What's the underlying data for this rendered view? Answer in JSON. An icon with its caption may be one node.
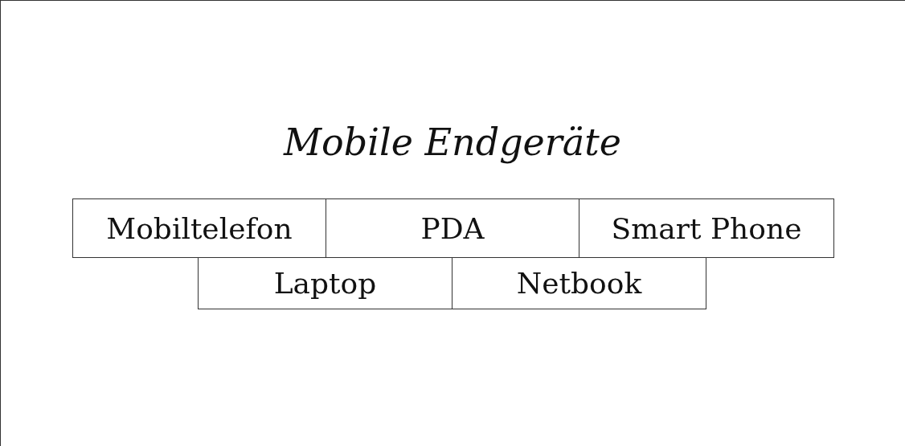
{
  "diagram": {
    "title": "Mobile Endgeräte",
    "nodes": [
      {
        "text": [
          "Mobiltelefon"
        ]
      },
      {
        "text": [
          "PDA"
        ]
      },
      {
        "text": [
          "Smart Phone"
        ]
      },
      {
        "text": [
          "Laptop"
        ]
      },
      {
        "text": [
          "Netbook"
        ]
      }
    ],
    "edges": []
  }
}
